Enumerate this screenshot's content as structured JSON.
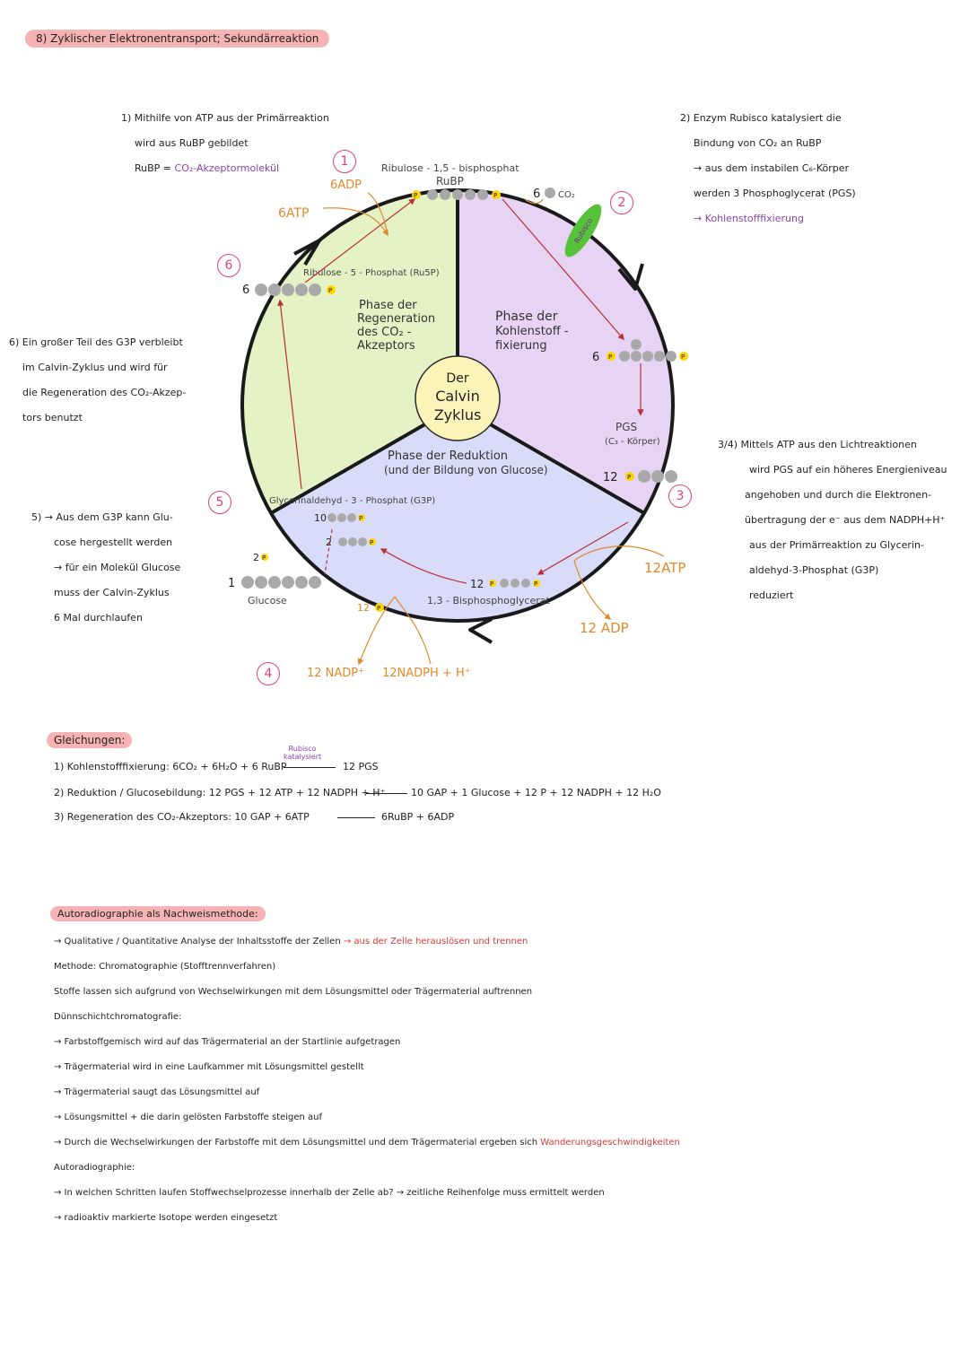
{
  "header": {
    "title": "8) Zyklischer Elektronentransport; Sekundärreaktion"
  },
  "notes": {
    "n1": [
      "1) Mithilfe von ATP aus der Primärreaktion",
      "wird aus RuBP gebildet"
    ],
    "n1_rubp_label": "RuBP = ",
    "n1_rubp_value": "CO₂-Akzeptormolekül",
    "n2": [
      "2) Enzym Rubisco katalysiert die",
      "Bindung von CO₂ an RuBP",
      "→ aus dem instabilen C₆-Körper",
      "werden 3 Phosphoglycerat (PGS)"
    ],
    "n2_highlight": "→ Kohlenstofffixierung",
    "n6": [
      "6) Ein großer Teil des G3P verbleibt",
      "im Calvin-Zyklus und wird für",
      "die Regeneration des CO₂-Akzep-",
      "tors benutzt"
    ],
    "n5": [
      "5) → Aus dem G3P kann Glu-",
      "cose hergestellt werden",
      "→ für ein Molekül Glucose",
      "muss der Calvin-Zyklus",
      "6 Mal durchlaufen"
    ],
    "n34": [
      "3/4) Mittels ATP aus den Lichtreaktionen",
      "wird PGS auf ein höheres Energieniveau",
      "angehoben und durch die Elektronen-",
      "übertragung der e⁻ aus dem NADPH+H⁺",
      "aus der Primärreaktion zu Glycerin-",
      "aldehyd-3-Phosphat (G3P)",
      "reduziert"
    ]
  },
  "diagram": {
    "center": [
      "Der",
      "Calvin",
      "Zyklus"
    ],
    "phase_regen": [
      "Phase der",
      "Regeneration",
      "des CO₂ -",
      "Akzeptors"
    ],
    "phase_fix": [
      "Phase der",
      "Kohlenstoff -",
      "fixierung"
    ],
    "phase_red": [
      "Phase der Reduktion",
      "(und der Bildung von Glucose)"
    ],
    "label_rubp_name": "Ribulose - 1,5 - bisphosphat",
    "label_rubp": "RuBP",
    "label_ru5p": "Ribulose - 5 - Phosphat (Ru5P)",
    "label_g3p": "Glycerinaldehyd - 3 - Phosphat (G3P)",
    "label_bpg": "1,3 - Bisphosphoglycerat",
    "label_pgs": "PGS",
    "label_c3": "(C₃ - Körper)",
    "label_glucose": "Glucose",
    "label_6atp": "6ATP",
    "label_6adp": "6ADP",
    "label_6co2_num": "6",
    "label_co2": "CO₂",
    "label_rubisco": "Rubisco",
    "label_12atp": "12ATP",
    "label_12adp": "12 ADP",
    "label_nadp": "12 NADP⁺",
    "label_nadph": "12NADPH + H⁺",
    "p": "P",
    "n6": "6",
    "n10": "10",
    "n2": "2",
    "n1": "1",
    "n12": "12",
    "steps": [
      "1",
      "2",
      "3",
      "4",
      "5",
      "6"
    ]
  },
  "equations": {
    "heading": "Gleichungen:",
    "eq1_left": "1) Kohlenstofffixierung: 6CO₂ + 6H₂O + 6 RuBP",
    "eq1_cat1": "Rubisco",
    "eq1_cat2": "katalysiert",
    "eq1_right": "12 PGS",
    "eq2_left": "2) Reduktion / Glucosebildung: 12 PGS + 12 ATP + 12 NADPH + H⁺",
    "eq2_right": "10 GAP + 1 Glucose + 12 P + 12 NADPH  + 12 H₂O",
    "eq3_left": "3) Regeneration des CO₂-Akzeptors: 10 GAP + 6ATP",
    "eq3_right": "6RuBP + 6ADP"
  },
  "auto": {
    "heading": "Autoradiographie als Nachweismethode:",
    "l1a": "→ Qualitative / Quantitative Analyse der Inhaltsstoffe der Zellen ",
    "l1b": "→ aus der Zelle herauslösen und trennen",
    "l2": "Methode: Chromatographie (Stofftrennverfahren)",
    "l3": "Stoffe lassen sich aufgrund von Wechselwirkungen mit dem Lösungsmittel oder Trägermaterial auftrennen",
    "l4": "Dünnschichtchromatografie:",
    "l5": "→ Farbstoffgemisch wird auf das Trägermaterial an der Startlinie aufgetragen",
    "l6": "→ Trägermaterial wird in eine Laufkammer mit Lösungsmittel gestellt",
    "l7": "→ Trägermaterial saugt das Lösungsmittel auf",
    "l8": "→ Lösungsmittel + die darin gelösten Farbstoffe steigen auf",
    "l9a": "→ Durch die Wechselwirkungen der Farbstoffe mit dem Lösungsmittel und dem Trägermaterial ergeben sich ",
    "l9b": "Wanderungsgeschwindigkeiten",
    "l10": "Autoradiographie:",
    "l11": "→ In welchen Schritten laufen Stoffwechselprozesse innerhalb der Zelle ab? → zeitliche Reihenfolge muss ermittelt werden",
    "l12": "→ radioaktiv markierte Isotope werden eingesetzt"
  }
}
